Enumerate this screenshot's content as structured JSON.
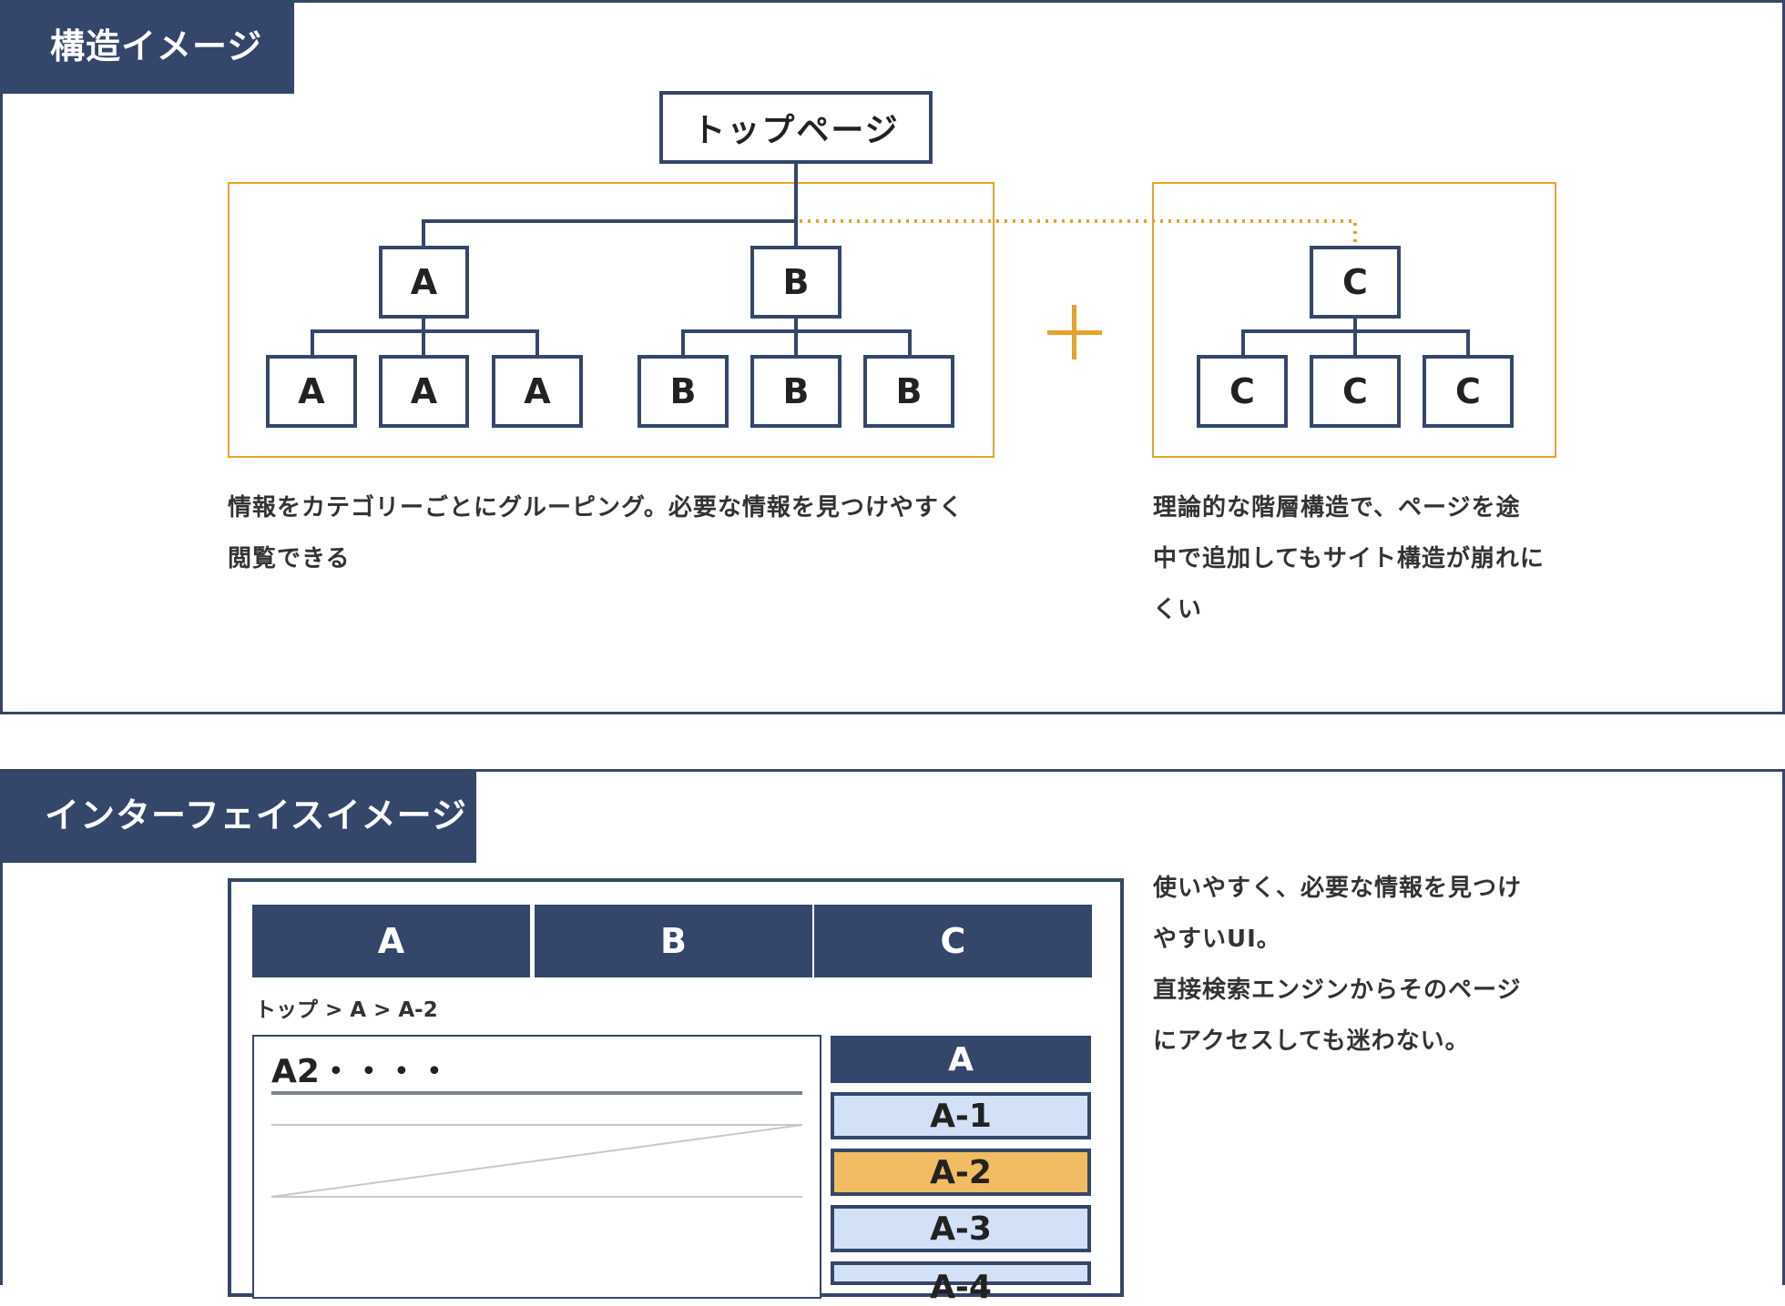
{
  "structure": {
    "title": "構造イメージ",
    "top_page": "トップページ",
    "group_ab": {
      "parents": [
        "A",
        "B"
      ],
      "children_a": [
        "A",
        "A",
        "A"
      ],
      "children_b": [
        "B",
        "B",
        "B"
      ]
    },
    "group_c": {
      "parent": "C",
      "children": [
        "C",
        "C",
        "C"
      ]
    },
    "desc_left": [
      "情報をカテゴリーごとにグルーピング。必要な情報を見つけやすく",
      "閲覧できる"
    ],
    "desc_right": [
      "理論的な階層構造で、ページを途",
      "中で追加してもサイト構造が崩れに",
      "くい"
    ],
    "colors": {
      "navy": "#34466a",
      "orange": "#e6a22c"
    }
  },
  "interface": {
    "title": "インターフェイスイメージ",
    "nav_tabs": [
      "A",
      "B",
      "C"
    ],
    "breadcrumb": "トップ > A > A-2",
    "content_title": "A2・・・・",
    "side_menu": {
      "header": "A",
      "items": [
        "A-1",
        "A-2",
        "A-3",
        "A-4"
      ],
      "active": "A-2"
    },
    "desc": [
      "使いやすく、必要な情報を見つけ",
      "やすいUI。",
      "直接検索エンジンからそのページ",
      "にアクセスしても迷わない。"
    ],
    "colors": {
      "item_bg": "#d3e1f7",
      "active_bg": "#f2bc62"
    }
  }
}
